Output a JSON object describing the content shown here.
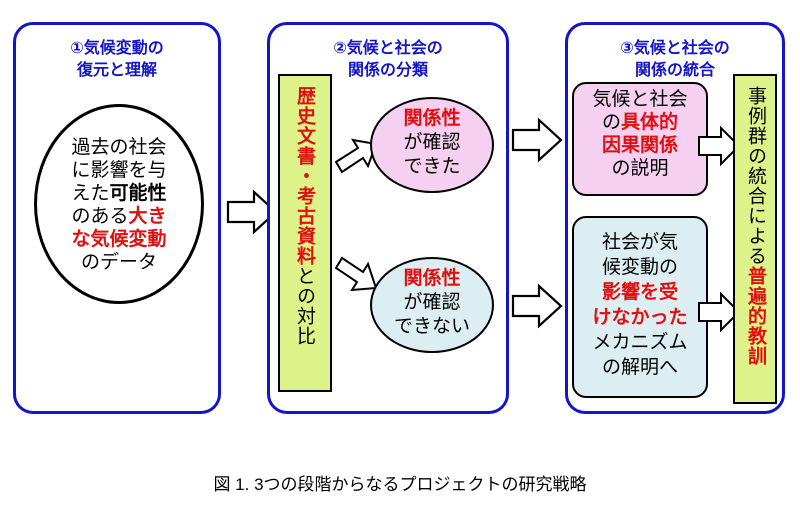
{
  "panel1": {
    "title_line1": "①気候変動の",
    "title_line2": "復元と理解",
    "circle_lines": [
      [
        {
          "t": "過去の社会",
          "c": "k"
        }
      ],
      [
        {
          "t": "に影響を与",
          "c": "k"
        }
      ],
      [
        {
          "t": "えた",
          "c": "k"
        },
        {
          "t": "可能性",
          "c": "kb"
        }
      ],
      [
        {
          "t": "のある",
          "c": "k"
        },
        {
          "t": "大き",
          "c": "r"
        }
      ],
      [
        {
          "t": "な気候変動",
          "c": "r"
        }
      ],
      [
        {
          "t": "のデータ",
          "c": "k"
        }
      ]
    ]
  },
  "panel2": {
    "title_line1": "②気候と社会の",
    "title_line2": "関係の分類",
    "bar_red": "歴史文書・考古資料",
    "bar_black": "との対比",
    "ellipse_top": {
      "head": "関係性",
      "line2": "が確認",
      "line3": "できた"
    },
    "ellipse_bottom": {
      "head": "関係性",
      "line2": "が確認",
      "line3": "できない"
    }
  },
  "panel3": {
    "title_line1": "③気候と社会の",
    "title_line2": "関係の統合",
    "box_top_lines": [
      [
        {
          "t": "気候と社会",
          "c": "k"
        }
      ],
      [
        {
          "t": "の",
          "c": "k"
        },
        {
          "t": "具体的",
          "c": "r"
        }
      ],
      [
        {
          "t": "因果関係",
          "c": "r"
        }
      ],
      [
        {
          "t": "の説明",
          "c": "k"
        }
      ]
    ],
    "box_bottom_lines": [
      [
        {
          "t": "社会が気",
          "c": "k"
        }
      ],
      [
        {
          "t": "候変動の",
          "c": "k"
        }
      ],
      [
        {
          "t": "影響を受",
          "c": "r"
        }
      ],
      [
        {
          "t": "けなかった",
          "c": "r"
        }
      ],
      [
        {
          "t": "メカニズム",
          "c": "k"
        }
      ],
      [
        {
          "t": "の解明へ",
          "c": "k"
        }
      ]
    ],
    "bar_black": "事例群の統合による",
    "bar_red": "普遍的教訓"
  },
  "caption": "図 1. 3つの段階からなるプロジェクトの研究戦略"
}
